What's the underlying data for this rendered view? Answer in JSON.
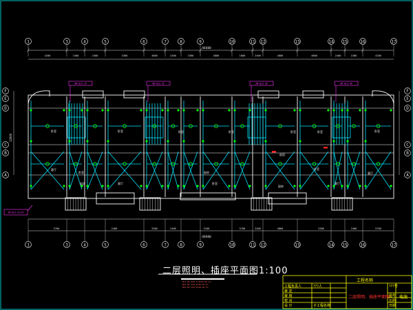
{
  "drawing": {
    "title": "二层照明、插座平面图1:100",
    "total_dimension_top": "46600",
    "total_dimension_bottom": "46600",
    "overall_depth": "12600"
  },
  "axis_top": [
    "1",
    "3",
    "4",
    "5",
    "6",
    "7",
    "8",
    "9",
    "10",
    "11",
    "12",
    "13",
    "14",
    "15",
    "16",
    "17"
  ],
  "axis_bottom": [
    "1",
    "3",
    "4",
    "5",
    "6",
    "7",
    "8",
    "9",
    "10",
    "11",
    "12",
    "13",
    "14",
    "15",
    "16",
    "17"
  ],
  "axis_left": [
    "F",
    "E",
    "D",
    "C",
    "B",
    "A"
  ],
  "axis_right": [
    "F",
    "E",
    "D",
    "C",
    "B",
    "A"
  ],
  "dims_top": [
    "4200",
    "1500",
    "2400",
    "3300",
    "4800",
    "2400",
    "3300",
    "4800",
    "1800",
    "2400",
    "4800",
    "4800",
    "2400",
    "1500",
    "4200"
  ],
  "dims_bottom": [
    "5700",
    "2400",
    "3300",
    "2400",
    "5100",
    "5700",
    "2400",
    "4800",
    "3300",
    "2400",
    "5700"
  ],
  "panel_labels": [
    "3M-AL5-1F",
    "3M-AL5-2F",
    "3M-AL5-3F",
    "3M-AL5-4F"
  ],
  "side_tag": "3M-AL5-1F/2F",
  "room_labels": [
    "卧室",
    "卧室",
    "卧室",
    "卧室",
    "厨房",
    "厨房",
    "客厅",
    "客厅",
    "客厅",
    "客厅",
    "卧室",
    "卧室",
    "卧室",
    "卧室",
    "起居",
    "起居",
    "卧室",
    "卧室"
  ],
  "notes": {
    "line1": "WL1-BV-2X2.5-PC20-WC.CC",
    "line2": "WX1-BV-3X4-PC20-WC.FC",
    "line3": "WX2-BV-3X4-PC20-WC.FC"
  },
  "title_block": {
    "project_label": "工程名称",
    "drawing_name": "二层照明、插座平面图",
    "rows": [
      "工程负责人",
      "审  定",
      "审  核",
      "校  对",
      "设  计",
      "制  图"
    ],
    "mid_values": [
      "???人",
      "",
      "",
      "",
      "",
      "子工程名称"
    ],
    "right_top": "???号",
    "right_labels": [
      "图号",
      "比例",
      "日期"
    ],
    "stamp": "电施"
  },
  "colors": {
    "background": "#000000",
    "wall": "#ffffff",
    "wire": "#00e5ff",
    "fixture": "#00ff00",
    "label": "#ff33ff",
    "dim": "#e0e0e0",
    "red": "#ff2020",
    "yellow": "#ffff00"
  }
}
